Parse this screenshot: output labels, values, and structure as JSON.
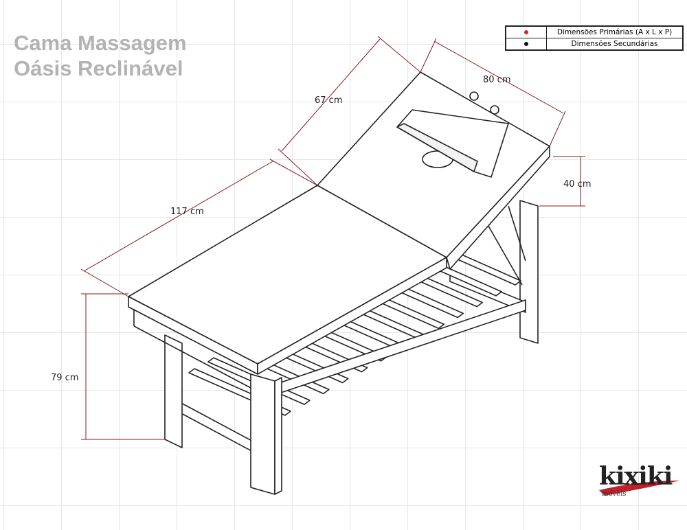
{
  "title": {
    "line1": "Cama Massagem",
    "line2": "Oásis Reclinável"
  },
  "legend": {
    "rows": [
      {
        "label": "Dimensões Primárias (A x L x P)",
        "color": "#e02020"
      },
      {
        "label": "Dimensões Secundárias",
        "color": "#111111"
      }
    ]
  },
  "dimensions": {
    "length_flat": "117 cm",
    "length_backrest": "67 cm",
    "width": "80 cm",
    "backrest_height": "40 cm",
    "height": "79 cm"
  },
  "colors": {
    "dimension_line": "#8b1a1a",
    "outline": "#222222",
    "grid": "#e6e6e6"
  },
  "logo": {
    "name": "kixiki",
    "sub": "móveis"
  }
}
